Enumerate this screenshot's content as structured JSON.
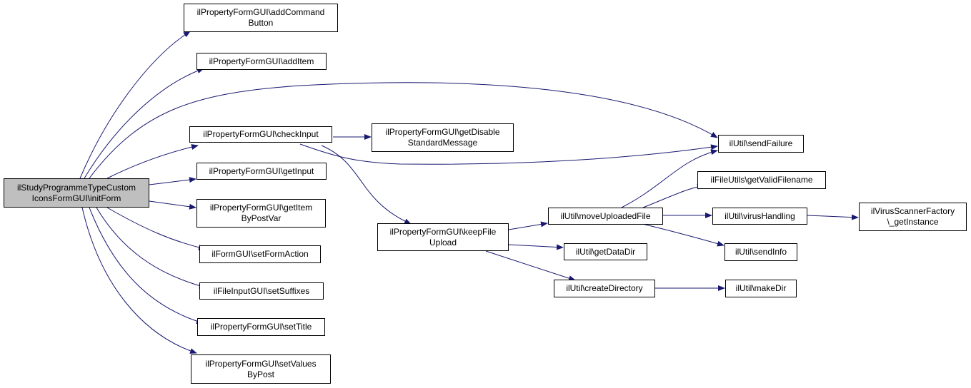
{
  "colors": {
    "edge": "#191970",
    "node_border": "#000000",
    "node_fill": "#ffffff",
    "root_fill": "#bfbfbf"
  },
  "nodes": {
    "root": {
      "lines": [
        "ilStudyProgrammeTypeCustom",
        "IconsFormGUI\\initForm"
      ]
    },
    "add_command_button": {
      "lines": [
        "ilPropertyFormGUI\\addCommand",
        "Button"
      ]
    },
    "add_item": {
      "lines": [
        "ilPropertyFormGUI\\addItem"
      ]
    },
    "check_input": {
      "lines": [
        "ilPropertyFormGUI\\checkInput"
      ]
    },
    "get_disable_standard_message": {
      "lines": [
        "ilPropertyFormGUI\\getDisable",
        "StandardMessage"
      ]
    },
    "send_failure": {
      "lines": [
        "ilUtil\\sendFailure"
      ]
    },
    "get_input": {
      "lines": [
        "ilPropertyFormGUI\\getInput"
      ]
    },
    "get_item_by_post_var": {
      "lines": [
        "ilPropertyFormGUI\\getItem",
        "ByPostVar"
      ]
    },
    "set_form_action": {
      "lines": [
        "ilFormGUI\\setFormAction"
      ]
    },
    "set_suffixes": {
      "lines": [
        "ilFileInputGUI\\setSuffixes"
      ]
    },
    "set_title": {
      "lines": [
        "ilPropertyFormGUI\\setTitle"
      ]
    },
    "set_values_by_post": {
      "lines": [
        "ilPropertyFormGUI\\setValues",
        "ByPost"
      ]
    },
    "keep_file_upload": {
      "lines": [
        "ilPropertyFormGUI\\keepFile",
        "Upload"
      ]
    },
    "move_uploaded_file": {
      "lines": [
        "ilUtil\\moveUploadedFile"
      ]
    },
    "get_data_dir": {
      "lines": [
        "ilUtil\\getDataDir"
      ]
    },
    "create_directory": {
      "lines": [
        "ilUtil\\createDirectory"
      ]
    },
    "get_valid_filename": {
      "lines": [
        "ilFileUtils\\getValidFilename"
      ]
    },
    "virus_handling": {
      "lines": [
        "ilUtil\\virusHandling"
      ]
    },
    "send_info": {
      "lines": [
        "ilUtil\\sendInfo"
      ]
    },
    "make_dir": {
      "lines": [
        "ilUtil\\makeDir"
      ]
    },
    "virus_scanner_get_instance": {
      "lines": [
        "ilVirusScannerFactory",
        "\\_getInstance"
      ]
    }
  }
}
